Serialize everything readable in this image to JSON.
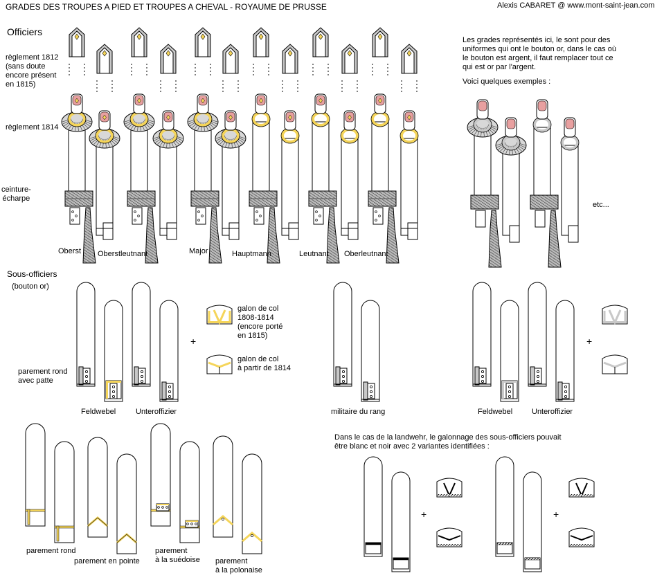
{
  "header": {
    "title": "GRADES DES TROUPES A PIED ET TROUPES A CHEVAL - ROYAUME DE PRUSSE",
    "credit": "Alexis CABARET @ www.mont-saint-jean.com"
  },
  "officers": {
    "section_title": "Officiers",
    "row_1812": "règlement 1812\n(sans doute\nencore présent\nen 1815)",
    "row_1814": "règlement 1814",
    "row_sash": "ceinture-\nécharpe",
    "ranks": [
      "Oberst",
      "Oberstleutnant",
      "Major",
      "Hauptmann",
      "Leutnant",
      "Oberleutnant"
    ],
    "note": "Les grades représentés ici, le sont pour des\nuniformes qui ont le bouton or, dans le cas où\nle bouton est argent, il faut remplacer tout ce\nqui est or par l'argent.",
    "examples": "Voici quelques exemples :",
    "etc": "etc..."
  },
  "nco": {
    "section_title": "Sous-officiers",
    "subtitle": "(bouton or)",
    "cuff_label": "parement rond\navec patte",
    "ranks_left": [
      "Feldwebel",
      "Unteroffizier"
    ],
    "middle_label": "militaire du rang",
    "ranks_right": [
      "Feldwebel",
      "Unteroffizier"
    ],
    "collar_1808": "galon de col\n1808-1814\n(encore porté\nen 1815)",
    "collar_1814": "galon de col\nà partir de 1814",
    "plus": "+"
  },
  "cuffs": {
    "rond": "parement rond",
    "pointe": "parement en pointe",
    "suedoise": "parement\nà la suédoise",
    "polonaise": "parement\nà la polonaise"
  },
  "landwehr": {
    "note": "Dans le cas de la landwehr, le galonnage des sous-officiers pouvait\nêtre blanc et noir avec 2 variantes identifiées :",
    "plus": "+"
  },
  "colors": {
    "gold": "#f5d55a",
    "gold_dark": "#c8a020",
    "silver": "#c8c8c8",
    "sash_grey": "#9a9a9a",
    "epaulette_red": "#e8a0a0",
    "outline": "#000000"
  }
}
